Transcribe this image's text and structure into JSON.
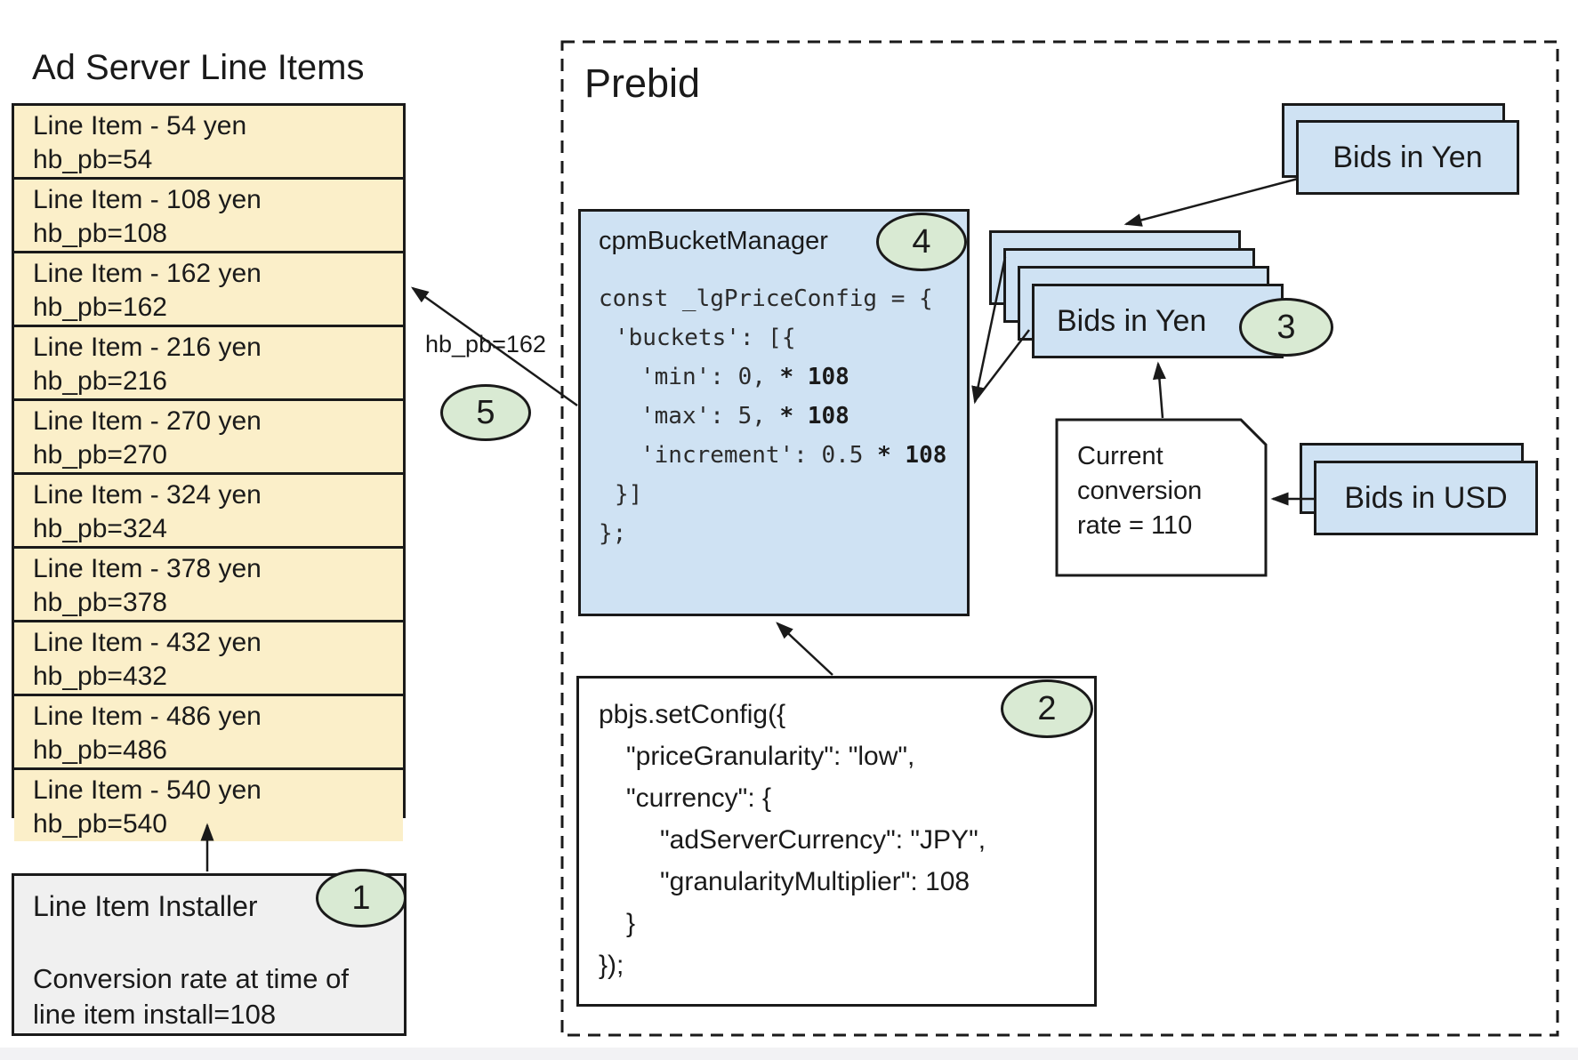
{
  "colors": {
    "card_blue": "#CFE2F3",
    "row_yellow": "#FBEFC9",
    "badge_green": "#D9EAD3",
    "installer_gray": "#F0F0F0",
    "border_dark": "#1a1a1a"
  },
  "ad_server": {
    "title": "Ad Server Line Items",
    "line_items": [
      {
        "label": "Line Item - 54 yen",
        "kv": "hb_pb=54"
      },
      {
        "label": "Line Item - 108 yen",
        "kv": "hb_pb=108"
      },
      {
        "label": "Line Item - 162 yen",
        "kv": "hb_pb=162"
      },
      {
        "label": "Line Item - 216 yen",
        "kv": "hb_pb=216"
      },
      {
        "label": "Line Item - 270 yen",
        "kv": "hb_pb=270"
      },
      {
        "label": "Line Item - 324 yen",
        "kv": "hb_pb=324"
      },
      {
        "label": "Line Item - 378 yen",
        "kv": "hb_pb=378"
      },
      {
        "label": "Line Item - 432 yen",
        "kv": "hb_pb=432"
      },
      {
        "label": "Line Item - 486 yen",
        "kv": "hb_pb=486"
      },
      {
        "label": "Line Item - 540 yen",
        "kv": "hb_pb=540"
      }
    ]
  },
  "installer": {
    "badge": "1",
    "title": "Line Item Installer",
    "note_line1": "Conversion rate at time of",
    "note_line2": "line item install=108"
  },
  "prebid": {
    "title": "Prebid",
    "bucket_manager": {
      "badge": "4",
      "label": "cpmBucketManager",
      "code": [
        {
          "pre": "const _lgPriceConfig = {",
          "bold": ""
        },
        {
          "pre": "'buckets': [{",
          "bold": ""
        },
        {
          "pre": "'min': 0, ",
          "bold": "* 108"
        },
        {
          "pre": "'max': 5, ",
          "bold": "* 108"
        },
        {
          "pre": "'increment': 0.5 ",
          "bold": "* 108"
        },
        {
          "pre": "}]",
          "bold": ""
        },
        {
          "pre": "};",
          "bold": ""
        }
      ]
    },
    "set_config": {
      "badge": "2",
      "code": [
        "pbjs.setConfig({",
        "\"priceGranularity\": \"low\",",
        "\"currency\": {",
        "\"adServerCurrency\": \"JPY\",",
        "\"granularityMultiplier\": 108",
        "}",
        "});"
      ]
    },
    "bids_in_yen_top": {
      "label": "Bids in Yen"
    },
    "bids_in_yen_stack": {
      "label": "Bids in Yen",
      "badge": "3"
    },
    "conversion_note": {
      "line1": "Current",
      "line2": "conversion",
      "line3": "rate = 110"
    },
    "bids_in_usd": {
      "label": "Bids in USD"
    }
  },
  "annotations": {
    "hb_pb_label": "hb_pb=162",
    "badge": "5"
  }
}
